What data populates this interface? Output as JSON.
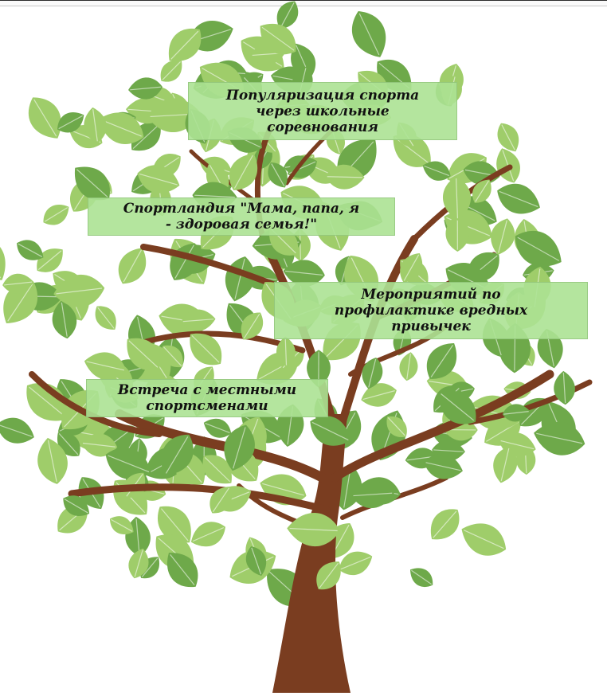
{
  "labels": [
    {
      "text": "Популяризация спорта\nчерез школьные\nсоревнования"
    },
    {
      "text": "Спортландия \"Мама, папа, я\n- здоровая семья!\""
    },
    {
      "text": "Мероприятий по\nпрофилактике вредных\nпривычек"
    },
    {
      "text": "Встреча с местными\nспортсменами"
    }
  ],
  "colors": {
    "leaf_light": "#9fcd6a",
    "leaf_dark": "#6ea94a",
    "trunk": "#7a3d20",
    "label_bg": "#ace294"
  }
}
